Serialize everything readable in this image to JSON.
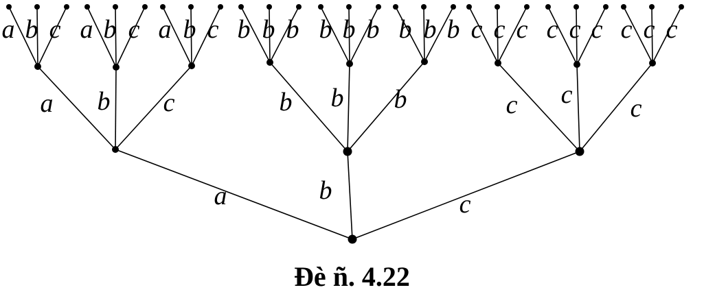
{
  "caption": "Đè ñ. 4.22",
  "root_to_l1": [
    "a",
    "b",
    "c"
  ],
  "l1_to_l2": [
    [
      "a",
      "b",
      "c"
    ],
    [
      "b",
      "b",
      "b"
    ],
    [
      "c",
      "c",
      "c"
    ]
  ],
  "leaf_labels": [
    [
      "a",
      "b",
      "c"
    ],
    [
      "a",
      "b",
      "c"
    ],
    [
      "a",
      "b",
      "c"
    ],
    [
      "b",
      "b",
      "b"
    ],
    [
      "b",
      "b",
      "b"
    ],
    [
      "b",
      "b",
      "b"
    ],
    [
      "c",
      "c",
      "c"
    ],
    [
      "c",
      "c",
      "c"
    ],
    [
      "c",
      "c",
      "c"
    ]
  ]
}
